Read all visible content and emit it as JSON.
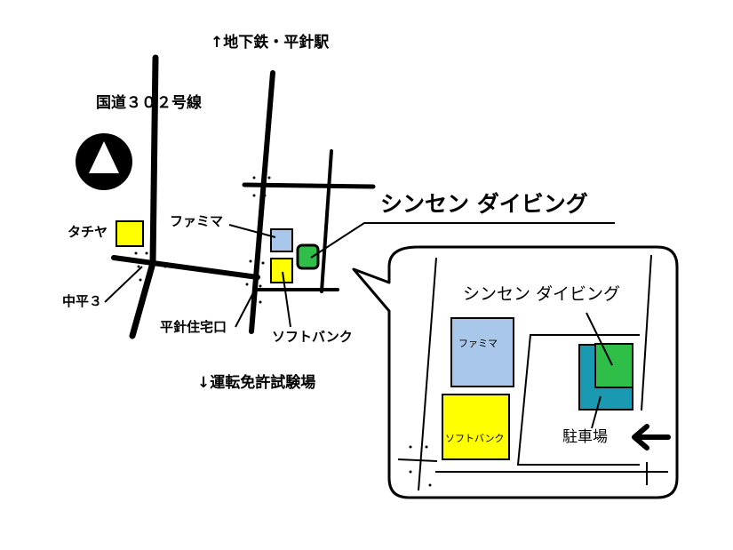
{
  "labels": {
    "to_station": "↑地下鉄・平針駅",
    "route302": "国道３０２号線",
    "to_testcenter": "↓運転免許試験場",
    "shop_title": "シンセン ダイビング",
    "tachiya": "タチヤ",
    "nakahira3": "中平３",
    "famima": "ファミマ",
    "softbank": "ソフトバンク",
    "hirabari_entrance": "平針住宅口"
  },
  "inset": {
    "shop": "シンセン ダイビング",
    "famima": "ファミマ",
    "softbank": "ソフトバンク",
    "parking": "駐車場"
  },
  "colors": {
    "famima": "#a9c7ea",
    "softbank": "#ffff00",
    "shop": "#2fbf48",
    "parking": "#1a9ab2",
    "line": "#000000"
  },
  "icons": [
    "north-arrow-icon",
    "entrance-arrow-icon"
  ]
}
